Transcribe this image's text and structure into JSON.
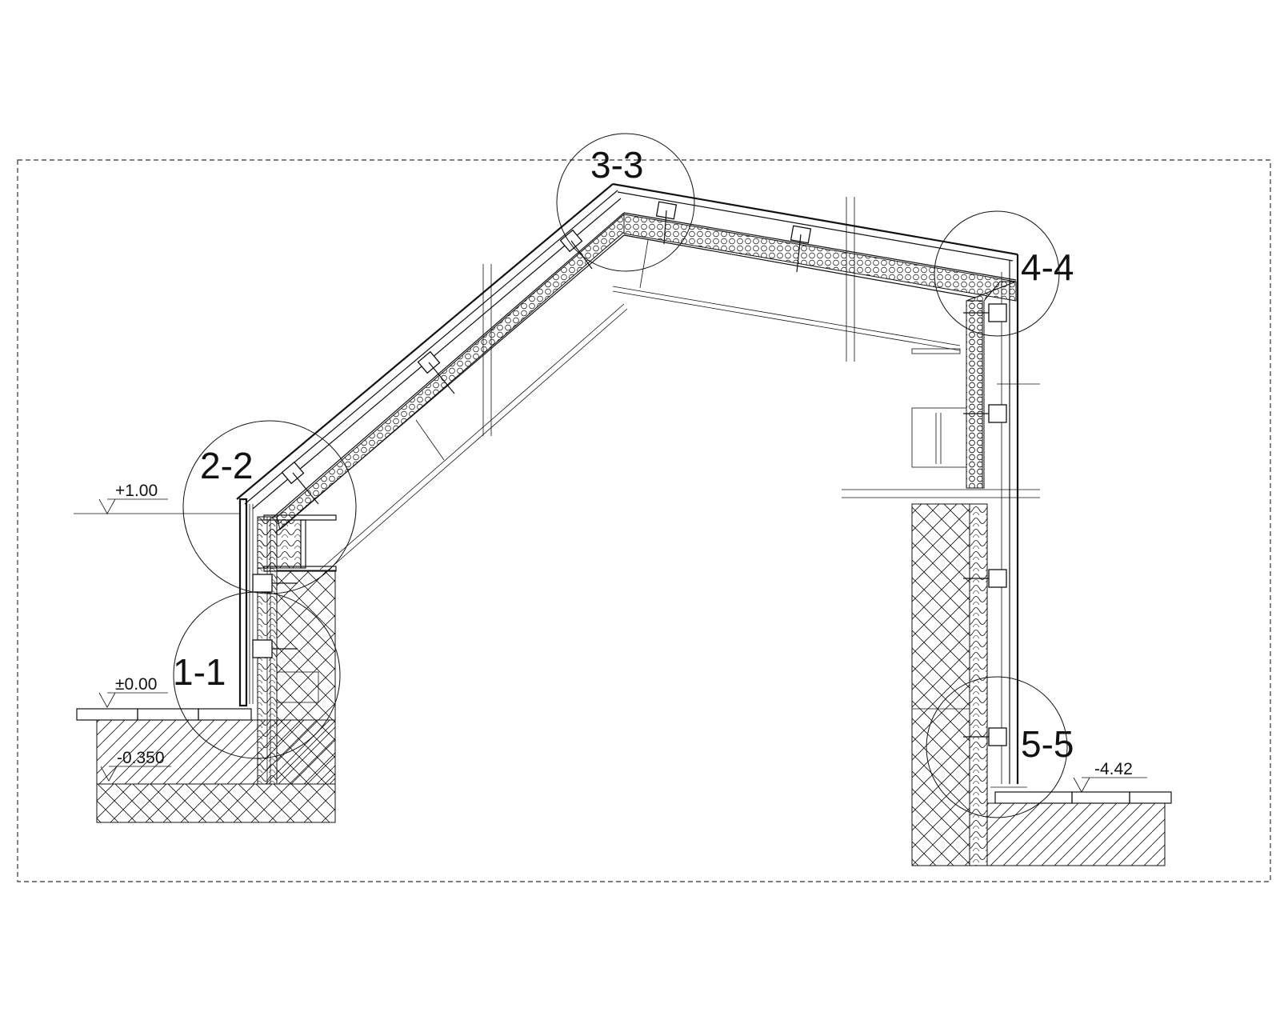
{
  "sections": [
    {
      "id": "s11",
      "label": "1-1"
    },
    {
      "id": "s22",
      "label": "2-2"
    },
    {
      "id": "s33",
      "label": "3-3"
    },
    {
      "id": "s44",
      "label": "4-4"
    },
    {
      "id": "s55",
      "label": "5-5"
    }
  ],
  "levels": {
    "plus_1_00": "+1.00",
    "zero": "±0.00",
    "minus_0_350": "-0.350",
    "minus_4_42": "-4.42"
  }
}
